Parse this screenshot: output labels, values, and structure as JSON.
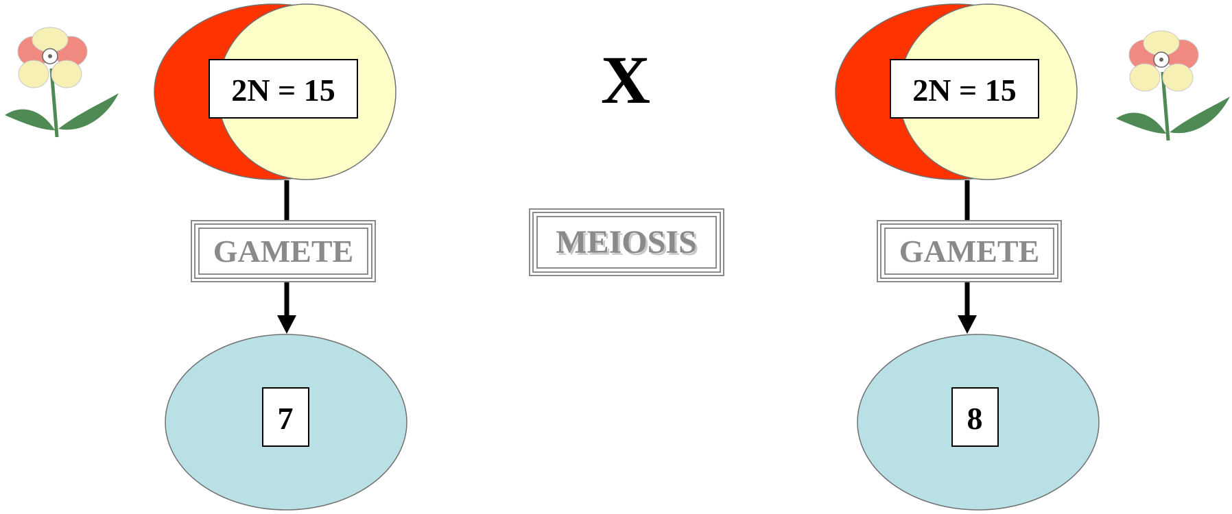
{
  "colors": {
    "parent_cell_fill": "#fdfdc8",
    "parent_crescent": "#ff3300",
    "gamete_cell_fill": "#b9e0e4",
    "cell_outline": "#707070",
    "label_gray": "#8a8a8a",
    "text_black": "#000000",
    "petal_pink": "#f08a80",
    "petal_cream": "#f6f0b4",
    "leaf_green": "#4f8a55"
  },
  "icons": {
    "left_flower": "flower-icon",
    "right_flower": "flower-icon"
  },
  "cross_symbol": "X",
  "process_label": "MEIOSIS",
  "left_parent": {
    "chromosome_label": "2N = 15",
    "connector_label": "GAMETE",
    "gamete_number": "7"
  },
  "right_parent": {
    "chromosome_label": "2N = 15",
    "connector_label": "GAMETE",
    "gamete_number": "8"
  }
}
